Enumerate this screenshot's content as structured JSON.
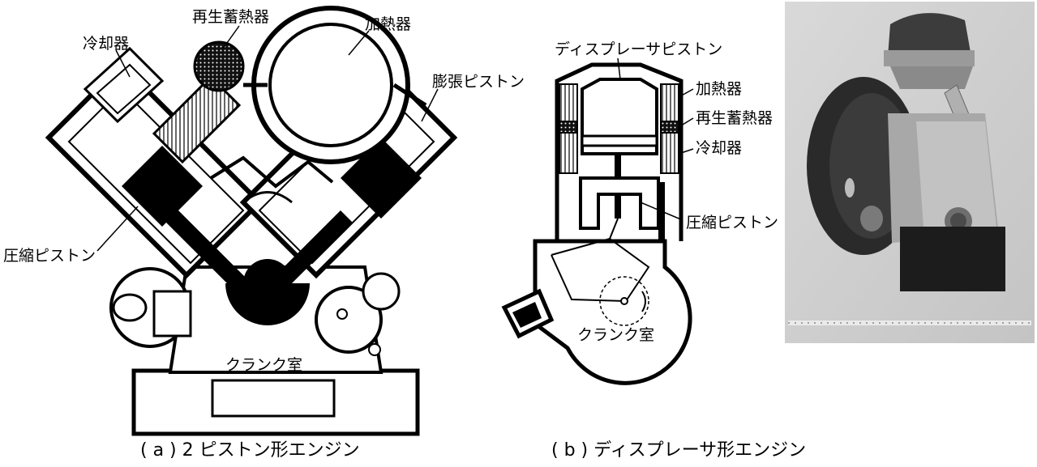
{
  "figure_a": {
    "labels": {
      "cooler": "冷却器",
      "regenerator": "再生蓄熱器",
      "heater": "加熱器",
      "expansion_piston": "膨張ピストン",
      "compression_piston": "圧縮ピストン",
      "crankcase": "クランク室"
    },
    "caption": "( a ) 2 ピストン形エンジン"
  },
  "figure_b": {
    "labels": {
      "displacer_piston": "ディスプレーサピストン",
      "heater": "加熱器",
      "regenerator": "再生蓄熱器",
      "cooler": "冷却器",
      "compression_piston": "圧縮ピストン",
      "crankcase": "クランク室"
    },
    "caption": "( b ) ディスプレーサ形エンジン"
  },
  "photo": {
    "icon": "engine-photo-icon"
  }
}
